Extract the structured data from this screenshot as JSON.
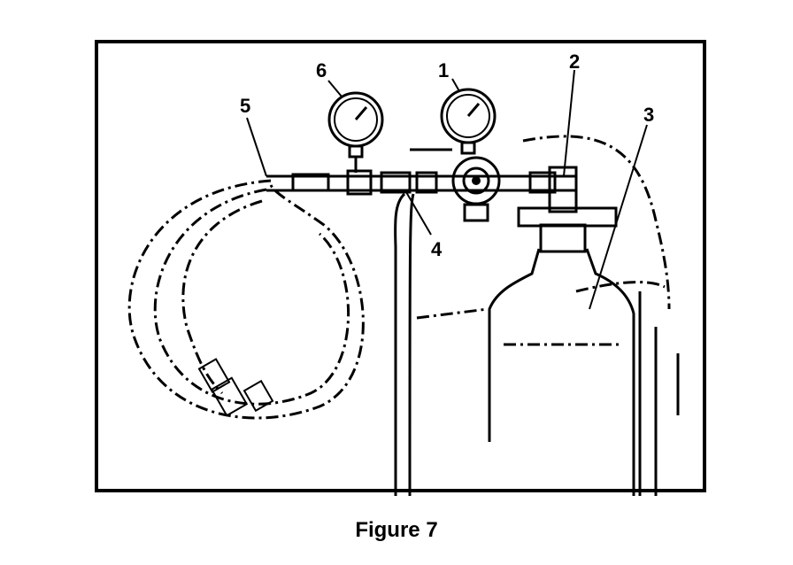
{
  "caption": "Figure 7",
  "callouts": [
    {
      "id": "1",
      "text": "1"
    },
    {
      "id": "2",
      "text": "2"
    },
    {
      "id": "3",
      "text": "3"
    },
    {
      "id": "4",
      "text": "4"
    },
    {
      "id": "5",
      "text": "5"
    },
    {
      "id": "6",
      "text": "6"
    }
  ],
  "parts": [
    "pressure-gauge",
    "regulator-valve",
    "gas-cylinder",
    "tee-fitting",
    "supply-hose",
    "secondary-pressure-gauge"
  ],
  "colors": {
    "line": "#000000",
    "background": "#ffffff"
  }
}
